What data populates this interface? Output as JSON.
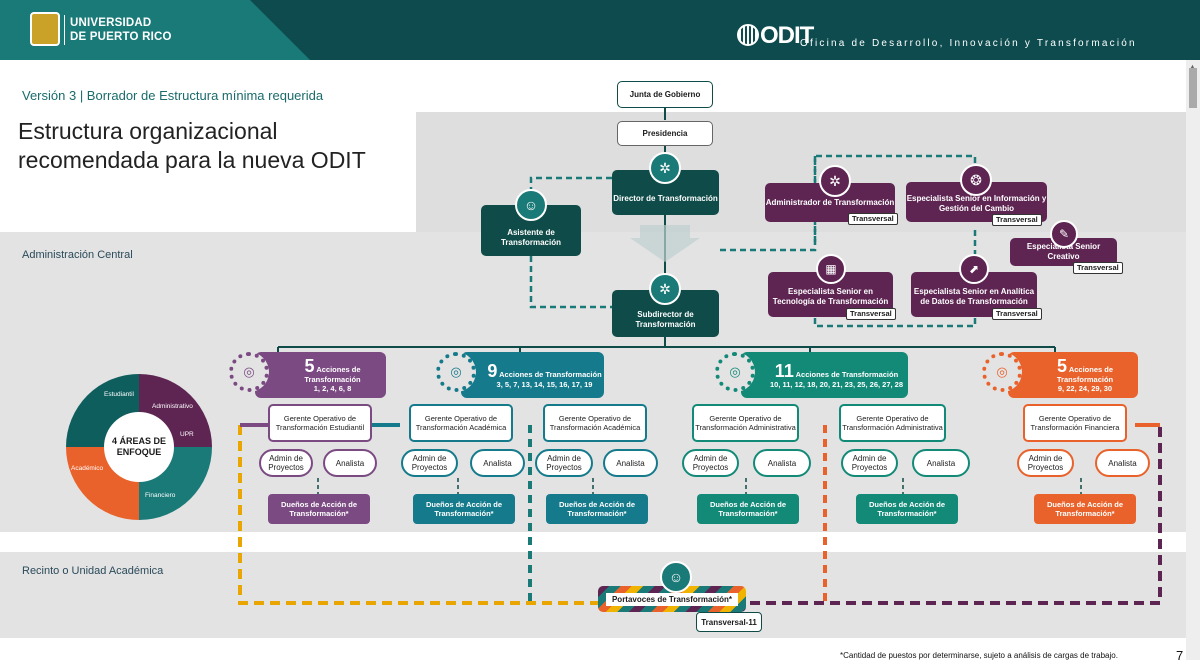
{
  "header": {
    "university_line1": "UNIVERSIDAD",
    "university_line2": "DE PUERTO RICO",
    "odit_logo": "ODIT",
    "odit_full": "Oficina de Desarrollo, Innovación y Transformación"
  },
  "version": "Versión 3  |  Borrador de Estructura mínima requerida",
  "title": "Estructura organizacional recomendada para la nueva ODIT",
  "sections": {
    "central": "Administración Central",
    "recinto": "Recinto o Unidad Académica"
  },
  "top": {
    "junta": "Junta de Gobierno",
    "presidencia": "Presidencia",
    "director": "Director de Transformación",
    "asistente": "Asistente de Transformación",
    "subdirector": "Subdirector de Transformación"
  },
  "staff": {
    "admin_transf": "Administrador de Transformación",
    "esp_info": "Especialista Senior en Información y Gestión del Cambio",
    "esp_creativo": "Especialista Senior Creativo",
    "esp_tecnologia": "Especialista Senior en Tecnología de Transformación",
    "esp_analitica": "Especialista Senior en Analítica de Datos de Transformación",
    "transversal": "Transversal"
  },
  "areas": {
    "center": "4 ÁREAS DE ENFOQUE",
    "estudiantil": "Estudiantil",
    "administrativo": "Administrativo",
    "academico": "Académico",
    "financiero": "Financiero",
    "upr": "UPR"
  },
  "groups": [
    {
      "num": "5",
      "title": "Acciones de Transformación",
      "items": "1, 2, 4, 6, 8",
      "color": "#7b4a83"
    },
    {
      "num": "9",
      "title": "Acciones de Transformación",
      "items": "3, 5, 7, 13, 14, 15, 16, 17, 19",
      "color": "#157a8c"
    },
    {
      "num": "11",
      "title": "Acciones de Transformación",
      "items": "10, 11, 12, 18, 20, 21, 23, 25, 26, 27, 28",
      "color": "#138a78"
    },
    {
      "num": "5",
      "title": "Acciones de Transformación",
      "items": "9, 22, 24, 29, 30",
      "color": "#e9622b"
    }
  ],
  "gerentes": {
    "estudiantil": "Gerente Operativo de Transformación Estudiantil",
    "academica": "Gerente Operativo de Transformación Académica",
    "administrativa": "Gerente Operativo de Transformación Administrativa",
    "financiera": "Gerente Operativo de Transformación Financiera"
  },
  "roles": {
    "admin": "Admin de Proyectos",
    "analista": "Analista",
    "duenos": "Dueños de Acción de Transformación*"
  },
  "portavoces": "Portavoces de Transformación*",
  "portavoces_tv": "Transversal-11",
  "footnote": "*Cantidad de puestos por determinarse, sujeto a análisis de cargas de trabajo.",
  "page_number": "7"
}
